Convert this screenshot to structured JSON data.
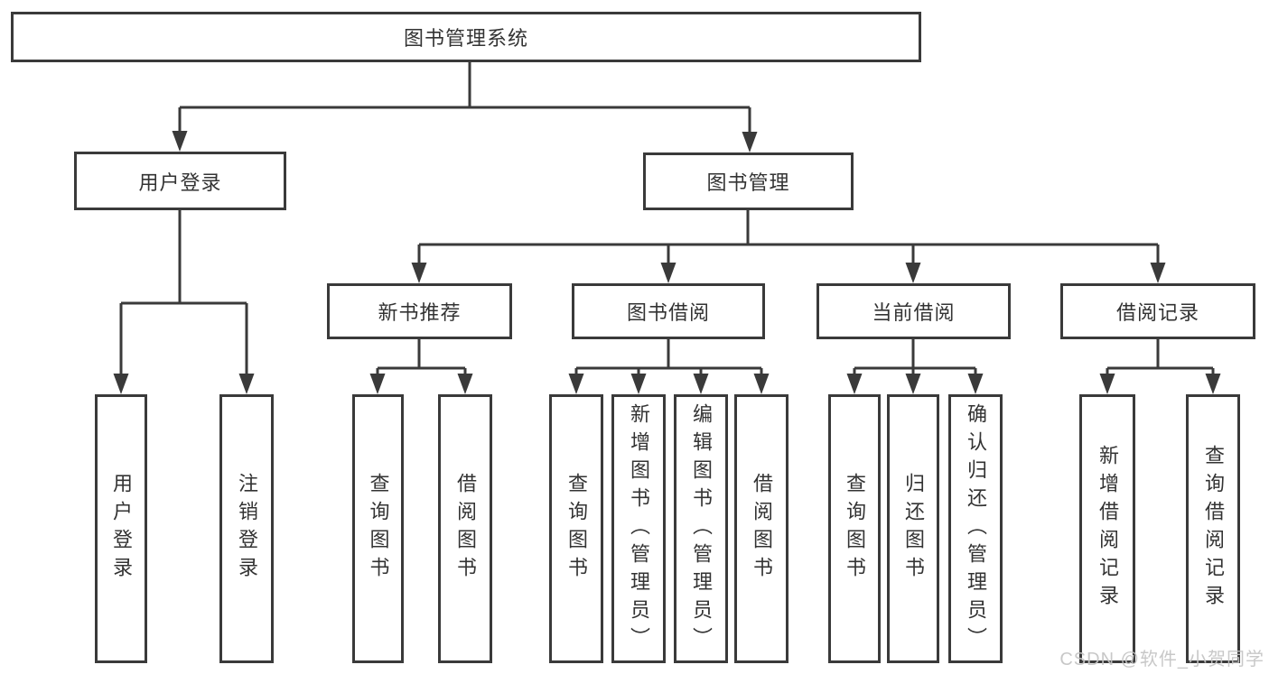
{
  "colors": {
    "line": "#3a3a3a",
    "box_border": "#3a3a3a",
    "box_fill": "#ffffff",
    "text": "#333333",
    "watermark": "#c3c3c3",
    "background": "#ffffff"
  },
  "tree": {
    "root": "图书管理系统",
    "branches": [
      {
        "label": "用户登录",
        "children": [
          "用户登录",
          "注销登录"
        ]
      },
      {
        "label": "图书管理",
        "groups": [
          {
            "label": "新书推荐",
            "children": [
              "查询图书",
              "借阅图书"
            ]
          },
          {
            "label": "图书借阅",
            "children": [
              "查询图书",
              "新增图书（管理员）",
              "编辑图书（管理员）",
              "借阅图书"
            ]
          },
          {
            "label": "当前借阅",
            "children": [
              "查询图书",
              "归还图书",
              "确认归还（管理员）"
            ]
          },
          {
            "label": "借阅记录",
            "children": [
              "新增借阅记录",
              "查询借阅记录"
            ]
          }
        ]
      }
    ]
  },
  "watermark": "CSDN @软件_小贺同学"
}
